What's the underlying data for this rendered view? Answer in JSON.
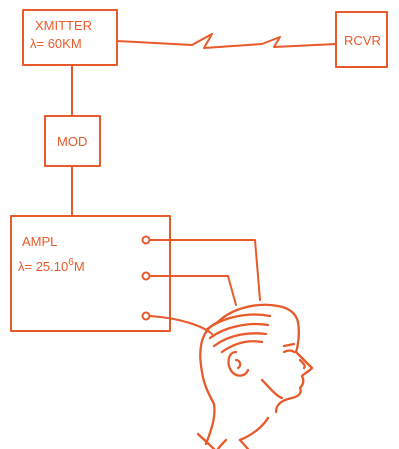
{
  "colors": {
    "ink": "#e85a2a",
    "background": "#ffffff"
  },
  "transmitter": {
    "name": "XMITTER",
    "wavelength": "λ= 60KM"
  },
  "receiver": {
    "name": "RCVR"
  },
  "modulator": {
    "name": "MOD"
  },
  "amplifier": {
    "name": "AMPL",
    "wavelength_prefix": "λ= 25.10",
    "wavelength_exponent": "6",
    "wavelength_unit": "M"
  },
  "illustration": "man-head-profile"
}
